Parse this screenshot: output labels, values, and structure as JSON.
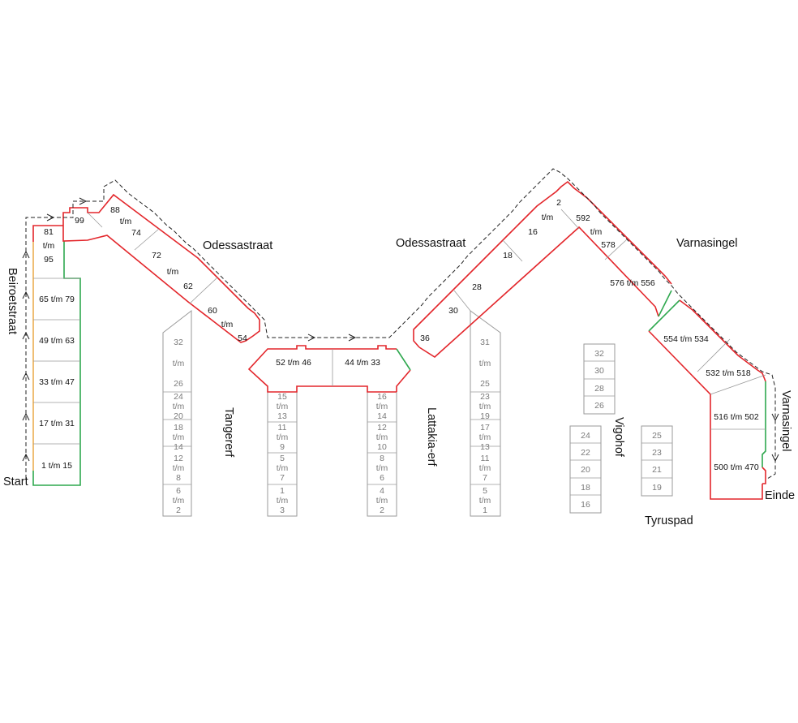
{
  "streets": {
    "beiroetstraat": "Beiroetstraat",
    "odessastraat_left": "Odessastraat",
    "odessastraat_right": "Odessastraat",
    "varnasingel_top": "Varnasingel",
    "varnasingel_side": "Varnasingel",
    "tangererf": "Tangererf",
    "lattakia_erf": "Lattakia-erf",
    "vigohof": "Vigohof",
    "tyruspad": "Tyruspad"
  },
  "route": {
    "start": "Start",
    "end": "Einde"
  },
  "colors": {
    "route_red": "#e3262b",
    "route_green": "#2fa84f",
    "other_blocks": "#9a9a9a",
    "walk_line": "#222222"
  },
  "blocks_route": {
    "beiroet_1": [
      "81",
      "t/m",
      "95"
    ],
    "beiroet_2": "65 t/m 79",
    "beiroet_3": "49 t/m 63",
    "beiroet_4": "33 t/m 47",
    "beiroet_5": "17 t/m 31",
    "beiroet_6": "1 t/m 15",
    "corner_99": "99",
    "odessa_l_1": [
      "88",
      "t/m",
      "74"
    ],
    "odessa_l_2": [
      "72",
      "t/m",
      "62"
    ],
    "odessa_l_3": [
      "60",
      "t/m",
      "54"
    ],
    "mid_1": "52 t/m 46",
    "mid_2": "44 t/m 33",
    "odessa_r_1": [
      "30",
      "36"
    ],
    "odessa_r_2": [
      "18",
      "28"
    ],
    "odessa_r_3": [
      "2",
      "t/m",
      "16"
    ],
    "varna_1": [
      "592",
      "t/m",
      "578"
    ],
    "varna_2": "576 t/m 556",
    "varna_3": "554 t/m 534",
    "varna_4": "532 t/m 518",
    "varna_5": "516 t/m 502",
    "varna_6": "500 t/m 470"
  },
  "blocks_other": {
    "tangererf_west": [
      [
        "32",
        "t/m",
        "26"
      ],
      [
        "24",
        "t/m",
        "20"
      ],
      [
        "18",
        "t/m",
        "14"
      ],
      [
        "12",
        "t/m",
        "8"
      ],
      [
        "6",
        "t/m",
        "2"
      ]
    ],
    "tangererf_east": [
      [
        "15",
        "t/m",
        "13"
      ],
      [
        "11",
        "t/m",
        "9"
      ],
      [
        "5",
        "t/m",
        "7"
      ],
      [
        "1",
        "t/m",
        "3"
      ]
    ],
    "lattakia_west": [
      [
        "16",
        "t/m",
        "14"
      ],
      [
        "12",
        "t/m",
        "10"
      ],
      [
        "8",
        "t/m",
        "6"
      ],
      [
        "4",
        "t/m",
        "2"
      ]
    ],
    "lattakia_east": [
      [
        "31",
        "t/m",
        "25"
      ],
      [
        "23",
        "t/m",
        "19"
      ],
      [
        "17",
        "t/m",
        "13"
      ],
      [
        "11",
        "t/m",
        "7"
      ],
      [
        "5",
        "t/m",
        "1"
      ]
    ],
    "vigohof_top": [
      "32",
      "30",
      "28",
      "26"
    ],
    "vigohof_left": [
      "24",
      "22",
      "20",
      "18",
      "16"
    ],
    "vigohof_right": [
      "25",
      "23",
      "21",
      "19"
    ]
  }
}
